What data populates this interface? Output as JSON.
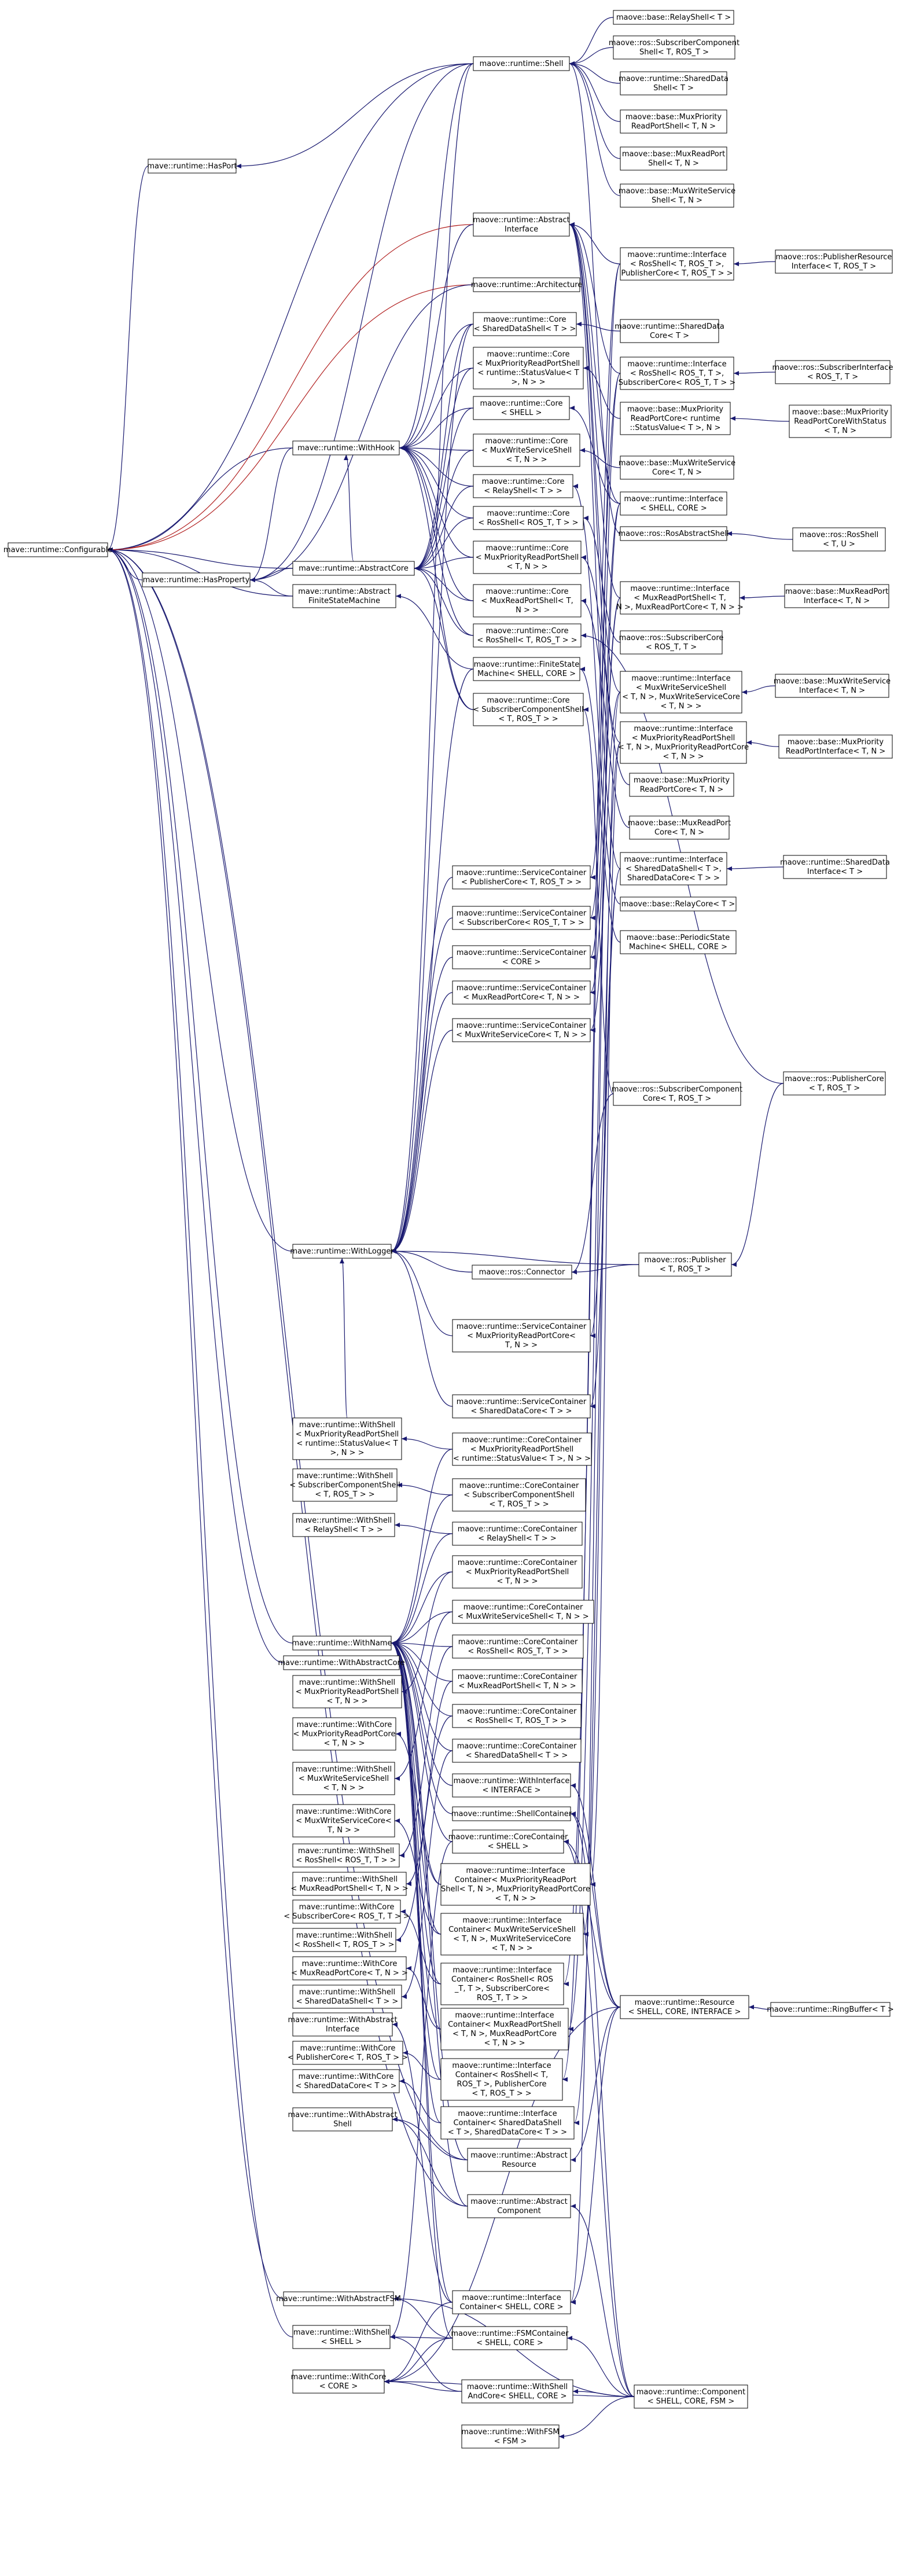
{
  "nodes": [
    {
      "id": "configurable",
      "lines": [
        "mave::runtime::Configurable"
      ]
    },
    {
      "id": "hasport",
      "lines": [
        "mave::runtime::HasPort"
      ]
    },
    {
      "id": "hasproperty",
      "lines": [
        "mave::runtime::HasProperty"
      ]
    },
    {
      "id": "withhook",
      "lines": [
        "mave::runtime::WithHook"
      ]
    },
    {
      "id": "abstractcore",
      "lines": [
        "mave::runtime::AbstractCore"
      ]
    },
    {
      "id": "abstractfsm",
      "lines": [
        "mave::runtime::Abstract",
        "FiniteStateMachine"
      ]
    },
    {
      "id": "withlogger",
      "lines": [
        "mave::runtime::WithLogger"
      ]
    },
    {
      "id": "withname",
      "lines": [
        "mave::runtime::WithName"
      ]
    },
    {
      "id": "withabstractcore",
      "lines": [
        "mave::runtime::WithAbstractCore"
      ]
    },
    {
      "id": "withabstractfsm",
      "lines": [
        "mave::runtime::WithAbstractFSM"
      ]
    },
    {
      "id": "ws_mux_status",
      "lines": [
        "mave::runtime::WithShell",
        "< MuxPriorityReadPortShell",
        "< runtime::StatusValue< T",
        ">, N > >"
      ]
    },
    {
      "id": "ws_subcomp",
      "lines": [
        "mave::runtime::WithShell",
        "< SubscriberComponentShell",
        "< T, ROS_T > >"
      ]
    },
    {
      "id": "ws_relay",
      "lines": [
        "mave::runtime::WithShell",
        "< RelayShell< T > >"
      ]
    },
    {
      "id": "ws_muxprio",
      "lines": [
        "mave::runtime::WithShell",
        "< MuxPriorityReadPortShell",
        "< T, N > >"
      ]
    },
    {
      "id": "wc_muxprio",
      "lines": [
        "mave::runtime::WithCore",
        "< MuxPriorityReadPortCore",
        "< T, N > >"
      ]
    },
    {
      "id": "ws_muxwrite",
      "lines": [
        "mave::runtime::WithShell",
        "< MuxWriteServiceShell",
        "< T, N > >"
      ]
    },
    {
      "id": "wc_muxwrite",
      "lines": [
        "mave::runtime::WithCore",
        "< MuxWriteServiceCore<",
        "T, N > >"
      ]
    },
    {
      "id": "ws_ros",
      "lines": [
        "mave::runtime::WithShell",
        "< RosShell< ROS_T, T > >"
      ]
    },
    {
      "id": "ws_muxread",
      "lines": [
        "mave::runtime::WithShell",
        "< MuxReadPortShell< T, N > >"
      ]
    },
    {
      "id": "wc_sub",
      "lines": [
        "mave::runtime::WithCore",
        "< SubscriberCore< ROS_T, T > >"
      ]
    },
    {
      "id": "ws_ros2",
      "lines": [
        "mave::runtime::WithShell",
        "< RosShell< T, ROS_T > >"
      ]
    },
    {
      "id": "wc_muxread",
      "lines": [
        "mave::runtime::WithCore",
        "< MuxReadPortCore< T, N > >"
      ]
    },
    {
      "id": "ws_shared",
      "lines": [
        "mave::runtime::WithShell",
        "< SharedDataShell< T > >"
      ]
    },
    {
      "id": "ws_abstractiface",
      "lines": [
        "mave::runtime::WithAbstract",
        "Interface"
      ]
    },
    {
      "id": "wc_pub",
      "lines": [
        "mave::runtime::WithCore",
        "< PublisherCore< T, ROS_T > >"
      ]
    },
    {
      "id": "wc_shared",
      "lines": [
        "mave::runtime::WithCore",
        "< SharedDataCore< T > >"
      ]
    },
    {
      "id": "ws_abstractshell",
      "lines": [
        "mave::runtime::WithAbstract",
        "Shell"
      ]
    },
    {
      "id": "ws_shell",
      "lines": [
        "mave::runtime::WithShell",
        "< SHELL >"
      ]
    },
    {
      "id": "wc_core",
      "lines": [
        "mave::runtime::WithCore",
        "< CORE >"
      ]
    },
    {
      "id": "shell",
      "lines": [
        "maove::runtime::Shell"
      ]
    },
    {
      "id": "abstractiface",
      "lines": [
        "maove::runtime::Abstract",
        "Interface"
      ]
    },
    {
      "id": "architecture",
      "lines": [
        "maove::runtime::Architecture"
      ]
    },
    {
      "id": "core_shared",
      "lines": [
        "maove::runtime::Core",
        "< SharedDataShell< T > >"
      ]
    },
    {
      "id": "core_muxstatus",
      "lines": [
        "maove::runtime::Core",
        "< MuxPriorityReadPortShell",
        "< runtime::StatusValue< T",
        ">, N > >"
      ]
    },
    {
      "id": "core_shell",
      "lines": [
        "maove::runtime::Core",
        "< SHELL >"
      ]
    },
    {
      "id": "core_muxwrite",
      "lines": [
        "maove::runtime::Core",
        "< MuxWriteServiceShell",
        "< T, N > >"
      ]
    },
    {
      "id": "core_relay",
      "lines": [
        "maove::runtime::Core",
        "< RelayShell< T > >"
      ]
    },
    {
      "id": "core_ros_rt",
      "lines": [
        "maove::runtime::Core",
        "< RosShell< ROS_T, T > >"
      ]
    },
    {
      "id": "core_muxprio",
      "lines": [
        "maove::runtime::Core",
        "< MuxPriorityReadPortShell",
        "< T, N > >"
      ]
    },
    {
      "id": "core_muxread",
      "lines": [
        "maove::runtime::Core",
        "< MuxReadPortShell< T,",
        "N > >"
      ]
    },
    {
      "id": "core_ros_tr",
      "lines": [
        "maove::runtime::Core",
        "< RosShell< T, ROS_T > >"
      ]
    },
    {
      "id": "fsm",
      "lines": [
        "maove::runtime::FiniteState",
        "Machine< SHELL, CORE >"
      ]
    },
    {
      "id": "core_subcomp",
      "lines": [
        "maove::runtime::Core",
        "< SubscriberComponentShell",
        "< T, ROS_T > >"
      ]
    },
    {
      "id": "sc_pub",
      "lines": [
        "maove::runtime::ServiceContainer",
        "< PublisherCore< T, ROS_T > >"
      ]
    },
    {
      "id": "sc_sub",
      "lines": [
        "maove::runtime::ServiceContainer",
        "< SubscriberCore< ROS_T, T > >"
      ]
    },
    {
      "id": "sc_core",
      "lines": [
        "maove::runtime::ServiceContainer",
        "< CORE >"
      ]
    },
    {
      "id": "sc_muxread",
      "lines": [
        "maove::runtime::ServiceContainer",
        "< MuxReadPortCore< T, N > >"
      ]
    },
    {
      "id": "sc_muxwrite",
      "lines": [
        "maove::runtime::ServiceContainer",
        "< MuxWriteServiceCore< T, N > >"
      ]
    },
    {
      "id": "connector",
      "lines": [
        "maove::ros::Connector"
      ]
    },
    {
      "id": "sc_muxprio",
      "lines": [
        "maove::runtime::ServiceContainer",
        "< MuxPriorityReadPortCore<",
        "T, N > >"
      ]
    },
    {
      "id": "sc_shared",
      "lines": [
        "maove::runtime::ServiceContainer",
        "< SharedDataCore< T > >"
      ]
    },
    {
      "id": "cc_muxstatus",
      "lines": [
        "maove::runtime::CoreContainer",
        "< MuxPriorityReadPortShell",
        "< runtime::StatusValue< T >, N > >"
      ]
    },
    {
      "id": "cc_subcomp",
      "lines": [
        "maove::runtime::CoreContainer",
        "< SubscriberComponentShell",
        "< T, ROS_T > >"
      ]
    },
    {
      "id": "cc_relay",
      "lines": [
        "maove::runtime::CoreContainer",
        "< RelayShell< T > >"
      ]
    },
    {
      "id": "cc_muxprio",
      "lines": [
        "maove::runtime::CoreContainer",
        "< MuxPriorityReadPortShell",
        "< T, N > >"
      ]
    },
    {
      "id": "cc_muxwrite",
      "lines": [
        "maove::runtime::CoreContainer",
        "< MuxWriteServiceShell< T, N > >"
      ]
    },
    {
      "id": "cc_ros_rt",
      "lines": [
        "maove::runtime::CoreContainer",
        "< RosShell< ROS_T, T > >"
      ]
    },
    {
      "id": "cc_muxread",
      "lines": [
        "maove::runtime::CoreContainer",
        "< MuxReadPortShell< T, N > >"
      ]
    },
    {
      "id": "cc_ros_tr",
      "lines": [
        "maove::runtime::CoreContainer",
        "< RosShell< T, ROS_T > >"
      ]
    },
    {
      "id": "cc_shared",
      "lines": [
        "maove::runtime::CoreContainer",
        "< SharedDataShell< T > >"
      ]
    },
    {
      "id": "wi_iface",
      "lines": [
        "maove::runtime::WithInterface",
        "< INTERFACE >"
      ]
    },
    {
      "id": "shellcontainer",
      "lines": [
        "maove::runtime::ShellContainer"
      ]
    },
    {
      "id": "cc_shell",
      "lines": [
        "maove::runtime::CoreContainer",
        "< SHELL >"
      ]
    },
    {
      "id": "ic_muxprio",
      "lines": [
        "maove::runtime::Interface",
        "Container< MuxPriorityReadPort",
        "Shell< T, N >, MuxPriorityReadPortCore",
        "< T, N > >"
      ]
    },
    {
      "id": "ic_muxwrite",
      "lines": [
        "maove::runtime::Interface",
        "Container< MuxWriteServiceShell",
        "< T, N >, MuxWriteServiceCore",
        "< T, N > >"
      ]
    },
    {
      "id": "ic_ros_sub",
      "lines": [
        "maove::runtime::Interface",
        "Container< RosShell< ROS",
        "_T, T >, SubscriberCore<",
        "ROS_T, T > >"
      ]
    },
    {
      "id": "ic_muxread",
      "lines": [
        "maove::runtime::Interface",
        "Container< MuxReadPortShell",
        "< T, N >, MuxReadPortCore",
        "< T, N > >"
      ]
    },
    {
      "id": "ic_ros_pub",
      "lines": [
        "maove::runtime::Interface",
        "Container< RosShell< T,",
        "ROS_T >, PublisherCore",
        "< T, ROS_T > >"
      ]
    },
    {
      "id": "ic_shared",
      "lines": [
        "maove::runtime::Interface",
        "Container< SharedDataShell",
        "< T >, SharedDataCore< T > >"
      ]
    },
    {
      "id": "abstractresource",
      "lines": [
        "maove::runtime::Abstract",
        "Resource"
      ]
    },
    {
      "id": "abstractcomponent",
      "lines": [
        "maove::runtime::Abstract",
        "Component"
      ]
    },
    {
      "id": "ic_shellcore",
      "lines": [
        "maove::runtime::Interface",
        "Container< SHELL, CORE >"
      ]
    },
    {
      "id": "fsmcontainer",
      "lines": [
        "maove::runtime::FSMContainer",
        "< SHELL, CORE >"
      ]
    },
    {
      "id": "wsac",
      "lines": [
        "maove::runtime::WithShell",
        "AndCore< SHELL, CORE >"
      ]
    },
    {
      "id": "withfsm",
      "lines": [
        "maove::runtime::WithFSM",
        "< FSM >"
      ]
    },
    {
      "id": "relayshell",
      "lines": [
        "maove::base::RelayShell< T >"
      ]
    },
    {
      "id": "ros_subcomp_shell",
      "lines": [
        "maove::ros::SubscriberComponent",
        "Shell< T, ROS_T >"
      ]
    },
    {
      "id": "shared_shell",
      "lines": [
        "maove::runtime::SharedData",
        "Shell< T >"
      ]
    },
    {
      "id": "base_muxprio_shell",
      "lines": [
        "maove::base::MuxPriority",
        "ReadPortShell< T, N >"
      ]
    },
    {
      "id": "base_muxread_shell",
      "lines": [
        "maove::base::MuxReadPort",
        "Shell< T, N >"
      ]
    },
    {
      "id": "base_muxwrite_shell",
      "lines": [
        "maove::base::MuxWriteService",
        "Shell< T, N >"
      ]
    },
    {
      "id": "iface_ros_pub",
      "lines": [
        "maove::runtime::Interface",
        "< RosShell< T, ROS_T >,",
        "PublisherCore< T, ROS_T > >"
      ]
    },
    {
      "id": "shared_core",
      "lines": [
        "maove::runtime::SharedData",
        "Core< T >"
      ]
    },
    {
      "id": "iface_ros_sub",
      "lines": [
        "maove::runtime::Interface",
        "< RosShell< ROS_T, T >,",
        "SubscriberCore< ROS_T, T > >"
      ]
    },
    {
      "id": "base_muxprio_status",
      "lines": [
        "maove::base::MuxPriority",
        "ReadPortCore< runtime",
        "::StatusValue< T >, N >"
      ]
    },
    {
      "id": "base_muxwrite_core",
      "lines": [
        "maove::base::MuxWriteService",
        "Core< T, N >"
      ]
    },
    {
      "id": "iface_shell_core",
      "lines": [
        "maove::runtime::Interface",
        "< SHELL, CORE >"
      ]
    },
    {
      "id": "ros_abstractshell",
      "lines": [
        "maove::ros::RosAbstractShell"
      ]
    },
    {
      "id": "iface_muxread",
      "lines": [
        "maove::runtime::Interface",
        "< MuxReadPortShell< T,",
        "N >, MuxReadPortCore< T, N > >"
      ]
    },
    {
      "id": "ros_subcore",
      "lines": [
        "maove::ros::SubscriberCore",
        "< ROS_T, T >"
      ]
    },
    {
      "id": "iface_muxwrite",
      "lines": [
        "maove::runtime::Interface",
        "< MuxWriteServiceShell",
        "< T, N >, MuxWriteServiceCore",
        "< T, N > >"
      ]
    },
    {
      "id": "iface_muxprio",
      "lines": [
        "maove::runtime::Interface",
        "< MuxPriorityReadPortShell",
        "< T, N >, MuxPriorityReadPortCore",
        "< T, N > >"
      ]
    },
    {
      "id": "base_muxprio_core",
      "lines": [
        "maove::base::MuxPriority",
        "ReadPortCore< T, N >"
      ]
    },
    {
      "id": "base_muxread_core",
      "lines": [
        "maove::base::MuxReadPort",
        "Core< T, N >"
      ]
    },
    {
      "id": "iface_shared",
      "lines": [
        "maove::runtime::Interface",
        "< SharedDataShell< T >,",
        "SharedDataCore< T > >"
      ]
    },
    {
      "id": "base_relaycore",
      "lines": [
        "maove::base::RelayCore< T >"
      ]
    },
    {
      "id": "base_periodic_fsm",
      "lines": [
        "maove::base::PeriodicState",
        "Machine< SHELL, CORE >"
      ]
    },
    {
      "id": "ros_subcomp_core",
      "lines": [
        "maove::ros::SubscriberComponent",
        "Core< T, ROS_T >"
      ]
    },
    {
      "id": "ros_publisher",
      "lines": [
        "maove::ros::Publisher",
        "< T, ROS_T >"
      ]
    },
    {
      "id": "resource",
      "lines": [
        "maove::runtime::Resource",
        "< SHELL, CORE, INTERFACE >"
      ]
    },
    {
      "id": "component",
      "lines": [
        "maove::runtime::Component",
        "< SHELL, CORE, FSM >"
      ]
    },
    {
      "id": "ros_pubres_iface",
      "lines": [
        "maove::ros::PublisherResource",
        "Interface< T, ROS_T >"
      ]
    },
    {
      "id": "ros_subiface",
      "lines": [
        "maove::ros::SubscriberInterface",
        "< ROS_T, T >"
      ]
    },
    {
      "id": "base_muxprio_corestatus",
      "lines": [
        "maove::base::MuxPriority",
        "ReadPortCoreWithStatus",
        "< T, N >"
      ]
    },
    {
      "id": "ros_rosshell",
      "lines": [
        "maove::ros::RosShell",
        "< T, U >"
      ]
    },
    {
      "id": "base_muxread_iface",
      "lines": [
        "maove::base::MuxReadPort",
        "Interface< T, N >"
      ]
    },
    {
      "id": "base_muxwrite_iface",
      "lines": [
        "maove::base::MuxWriteService",
        "Interface< T, N >"
      ]
    },
    {
      "id": "base_muxprio_iface",
      "lines": [
        "maove::base::MuxPriority",
        "ReadPortInterface< T, N >"
      ]
    },
    {
      "id": "shared_iface",
      "lines": [
        "maove::runtime::SharedData",
        "Interface< T >"
      ]
    },
    {
      "id": "ros_pubcore",
      "lines": [
        "maove::ros::PublisherCore",
        "< T, ROS_T >"
      ]
    },
    {
      "id": "base_ringbuffer",
      "lines": [
        "maove::runtime::RingBuffer< T >"
      ]
    }
  ]
}
